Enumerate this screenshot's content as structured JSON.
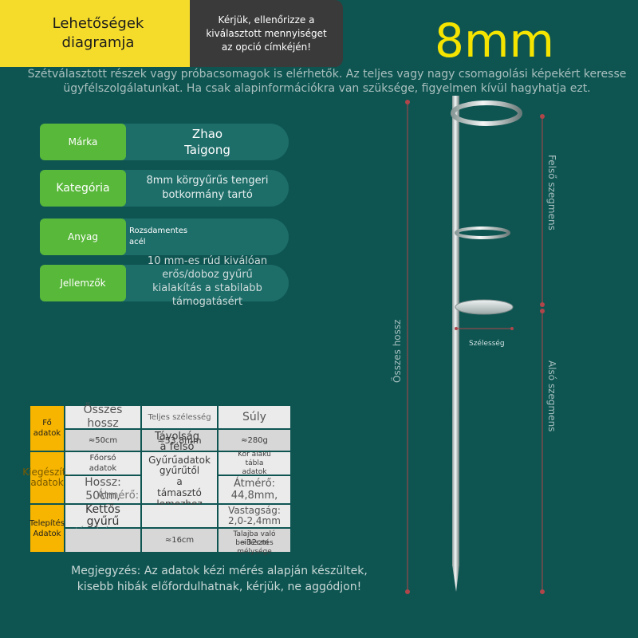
{
  "header": {
    "badge_title": "Lehetőségek\ndiagramja",
    "badge_note": "Kérjük, ellenőrizze a\nkiválasztott mennyiséget\naz opció címkéjén!",
    "size": "8mm"
  },
  "notice": "Szétválasztott részek vagy próbacsomagok is elérhetők. Az teljes vagy nagy csomagolási képekért keresse ügyfélszolgálatunkat. Ha csak alapinformációkra van szüksége, figyelmen kívül hagyhatja ezt.",
  "specs": {
    "brand": {
      "label": "Márka",
      "value": "Zhao\nTaigong"
    },
    "category": {
      "label": "Kategória",
      "value": "8mm körgyűrűs tengeri\nbotkormány tartó"
    },
    "material": {
      "label": "Anyag",
      "value": "Rozsdamentes\nacél"
    },
    "features": {
      "label": "Jellemzők",
      "value": "10 mm-es rúd kiválóan\nerős/doboz gyűrű\nkialakítás a stabilabb\ntámogatásért"
    }
  },
  "table": {
    "rows": {
      "main": "Fő\nadatok",
      "additional": "Kiegészítő\nadatok",
      "install": "Telepítés\nAdatok"
    },
    "header_cells": {
      "total_length": "Összes\nhossz",
      "total_width": "Teljes szélesség",
      "weight": "Súly"
    },
    "main_values": {
      "length": "≈50cm",
      "width": "≈53.8mm",
      "weight": "≈280g",
      "width_overlay": "Távolság\na felső"
    },
    "additional_cells": {
      "main_rod": "Főorsó\nadatok",
      "ring": "Gyűrűadatok",
      "ring_overlay": "gyűrűtől\na\ntámasztó\nlemezhez",
      "plate": "Kör alakú\ntábla\nadatok"
    },
    "additional_values": {
      "rod": "Hossz:\n50cm,",
      "rod_diameter": "Átmérő:\n8mm",
      "ring": "Átmérő:\n44,8mm,",
      "plate": "Vastagság:\n2,0-2,4mm"
    },
    "install_cells": {
      "label": "Kettős\ngyűrű",
      "label_overlay": "távolság",
      "distance": "≈16cm",
      "depth_label": "Talajba való\nbeillesztés\nmélysége",
      "depth": "≈32cm"
    }
  },
  "diagram": {
    "total_length": "Összes hossz",
    "upper_segment": "Felső szegmens",
    "lower_segment": "Alsó szegmens",
    "width": "Szélesség"
  },
  "footnote": "Megjegyzés: Az adatok kézi mérés alapján készültek,\nkisebb hibák előfordulhatnak, kérjük, ne aggódjon!",
  "colors": {
    "background": "#0e5552",
    "accent_yellow": "#f5dc2a",
    "label_green": "#58b83a",
    "measure_red": "#b0454a",
    "table_side": "#f7b500"
  }
}
